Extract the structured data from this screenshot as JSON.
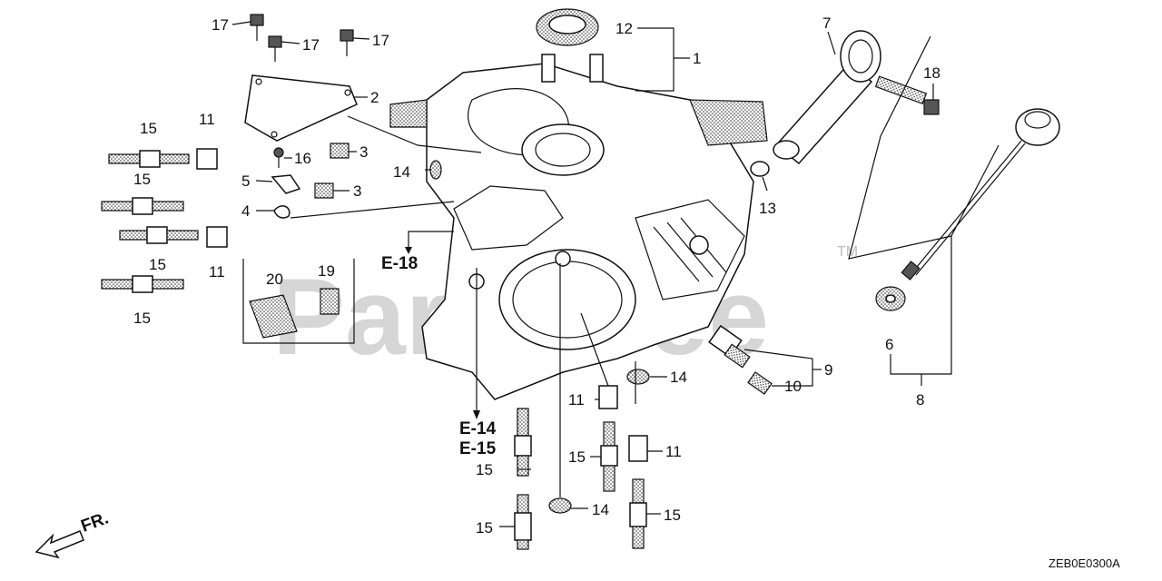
{
  "watermark": {
    "text": "PartsTree",
    "trademark": "TM"
  },
  "drawing_code": "ZEB0E0300A",
  "front_indicator": "FR.",
  "references": {
    "e18": "E-18",
    "e14": "E-14",
    "e15": "E-15"
  },
  "callouts": {
    "n1": "1",
    "n2": "2",
    "n3a": "3",
    "n3b": "3",
    "n4": "4",
    "n5": "5",
    "n6": "6",
    "n7": "7",
    "n8": "8",
    "n9": "9",
    "n10": "10",
    "n11a": "11",
    "n11b": "11",
    "n11c": "11",
    "n11d": "11",
    "n12": "12",
    "n13": "13",
    "n14a": "14",
    "n14b": "14",
    "n14c": "14",
    "n15a": "15",
    "n15b": "15",
    "n15c": "15",
    "n15d": "15",
    "n15e": "15",
    "n15f": "15",
    "n15g": "15",
    "n16": "16",
    "n17a": "17",
    "n17b": "17",
    "n17c": "17",
    "n18": "18",
    "n19": "19",
    "n20": "20"
  }
}
